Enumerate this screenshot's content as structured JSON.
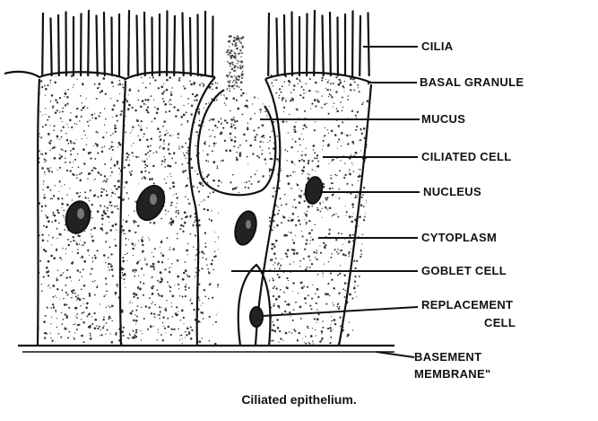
{
  "diagram": {
    "caption": "Ciliated epithelium.",
    "labels": {
      "cilia": "CILIA",
      "basal_granule": "BASAL GRANULE",
      "mucus": "MUCUS",
      "ciliated_cell": "CILIATED CELL",
      "nucleus": "NUCLEUS",
      "cytoplasm": "CYTOPLASM",
      "goblet_cell": "GOBLET CELL",
      "replacement_cell_line1": "REPLACEMENT",
      "replacement_cell_line2": "CELL",
      "basement_membrane_line1": "BASEMENT",
      "basement_membrane_line2": "MEMBRANE\""
    },
    "colors": {
      "ink": "#111111",
      "stipple": "#333333",
      "background": "#ffffff"
    }
  }
}
